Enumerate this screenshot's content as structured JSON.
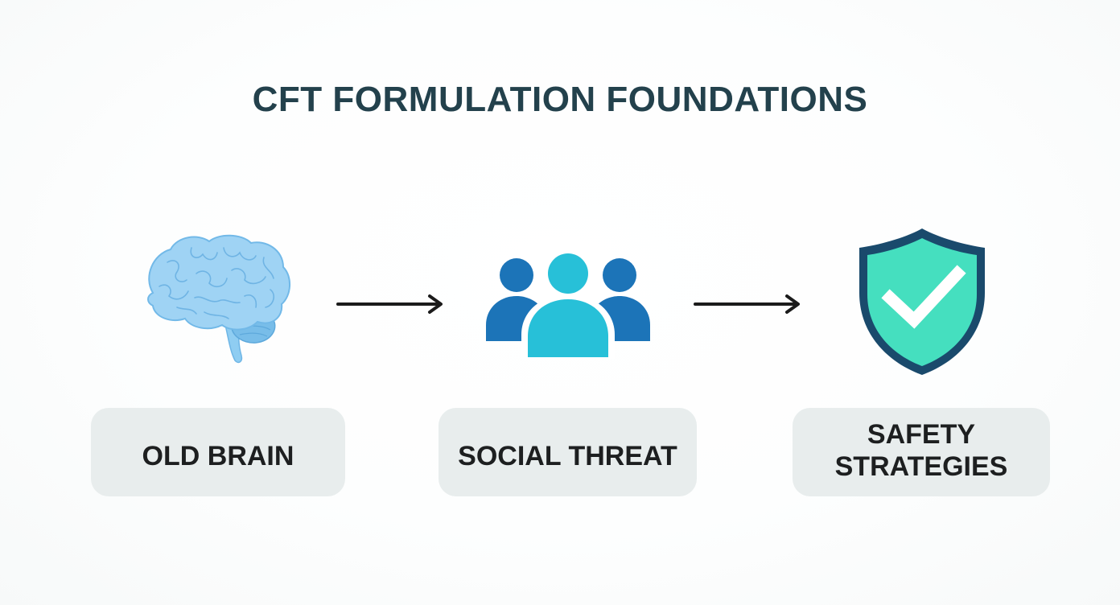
{
  "diagram": {
    "title": "CFT FORMULATION FOUNDATIONS",
    "steps": [
      {
        "label": "OLD BRAIN",
        "icon": "brain-icon",
        "color": "#8cc8f0"
      },
      {
        "label": "SOCIAL THREAT",
        "icon": "group-people-icon",
        "colors": [
          "#1c74b8",
          "#27c0d8"
        ]
      },
      {
        "label": "SAFETY\nSTRATEGIES",
        "icon": "shield-check-icon",
        "colors": [
          "#45dfbf",
          "#1a4a6c"
        ]
      }
    ],
    "arrow_color": "#1b1b1b"
  }
}
